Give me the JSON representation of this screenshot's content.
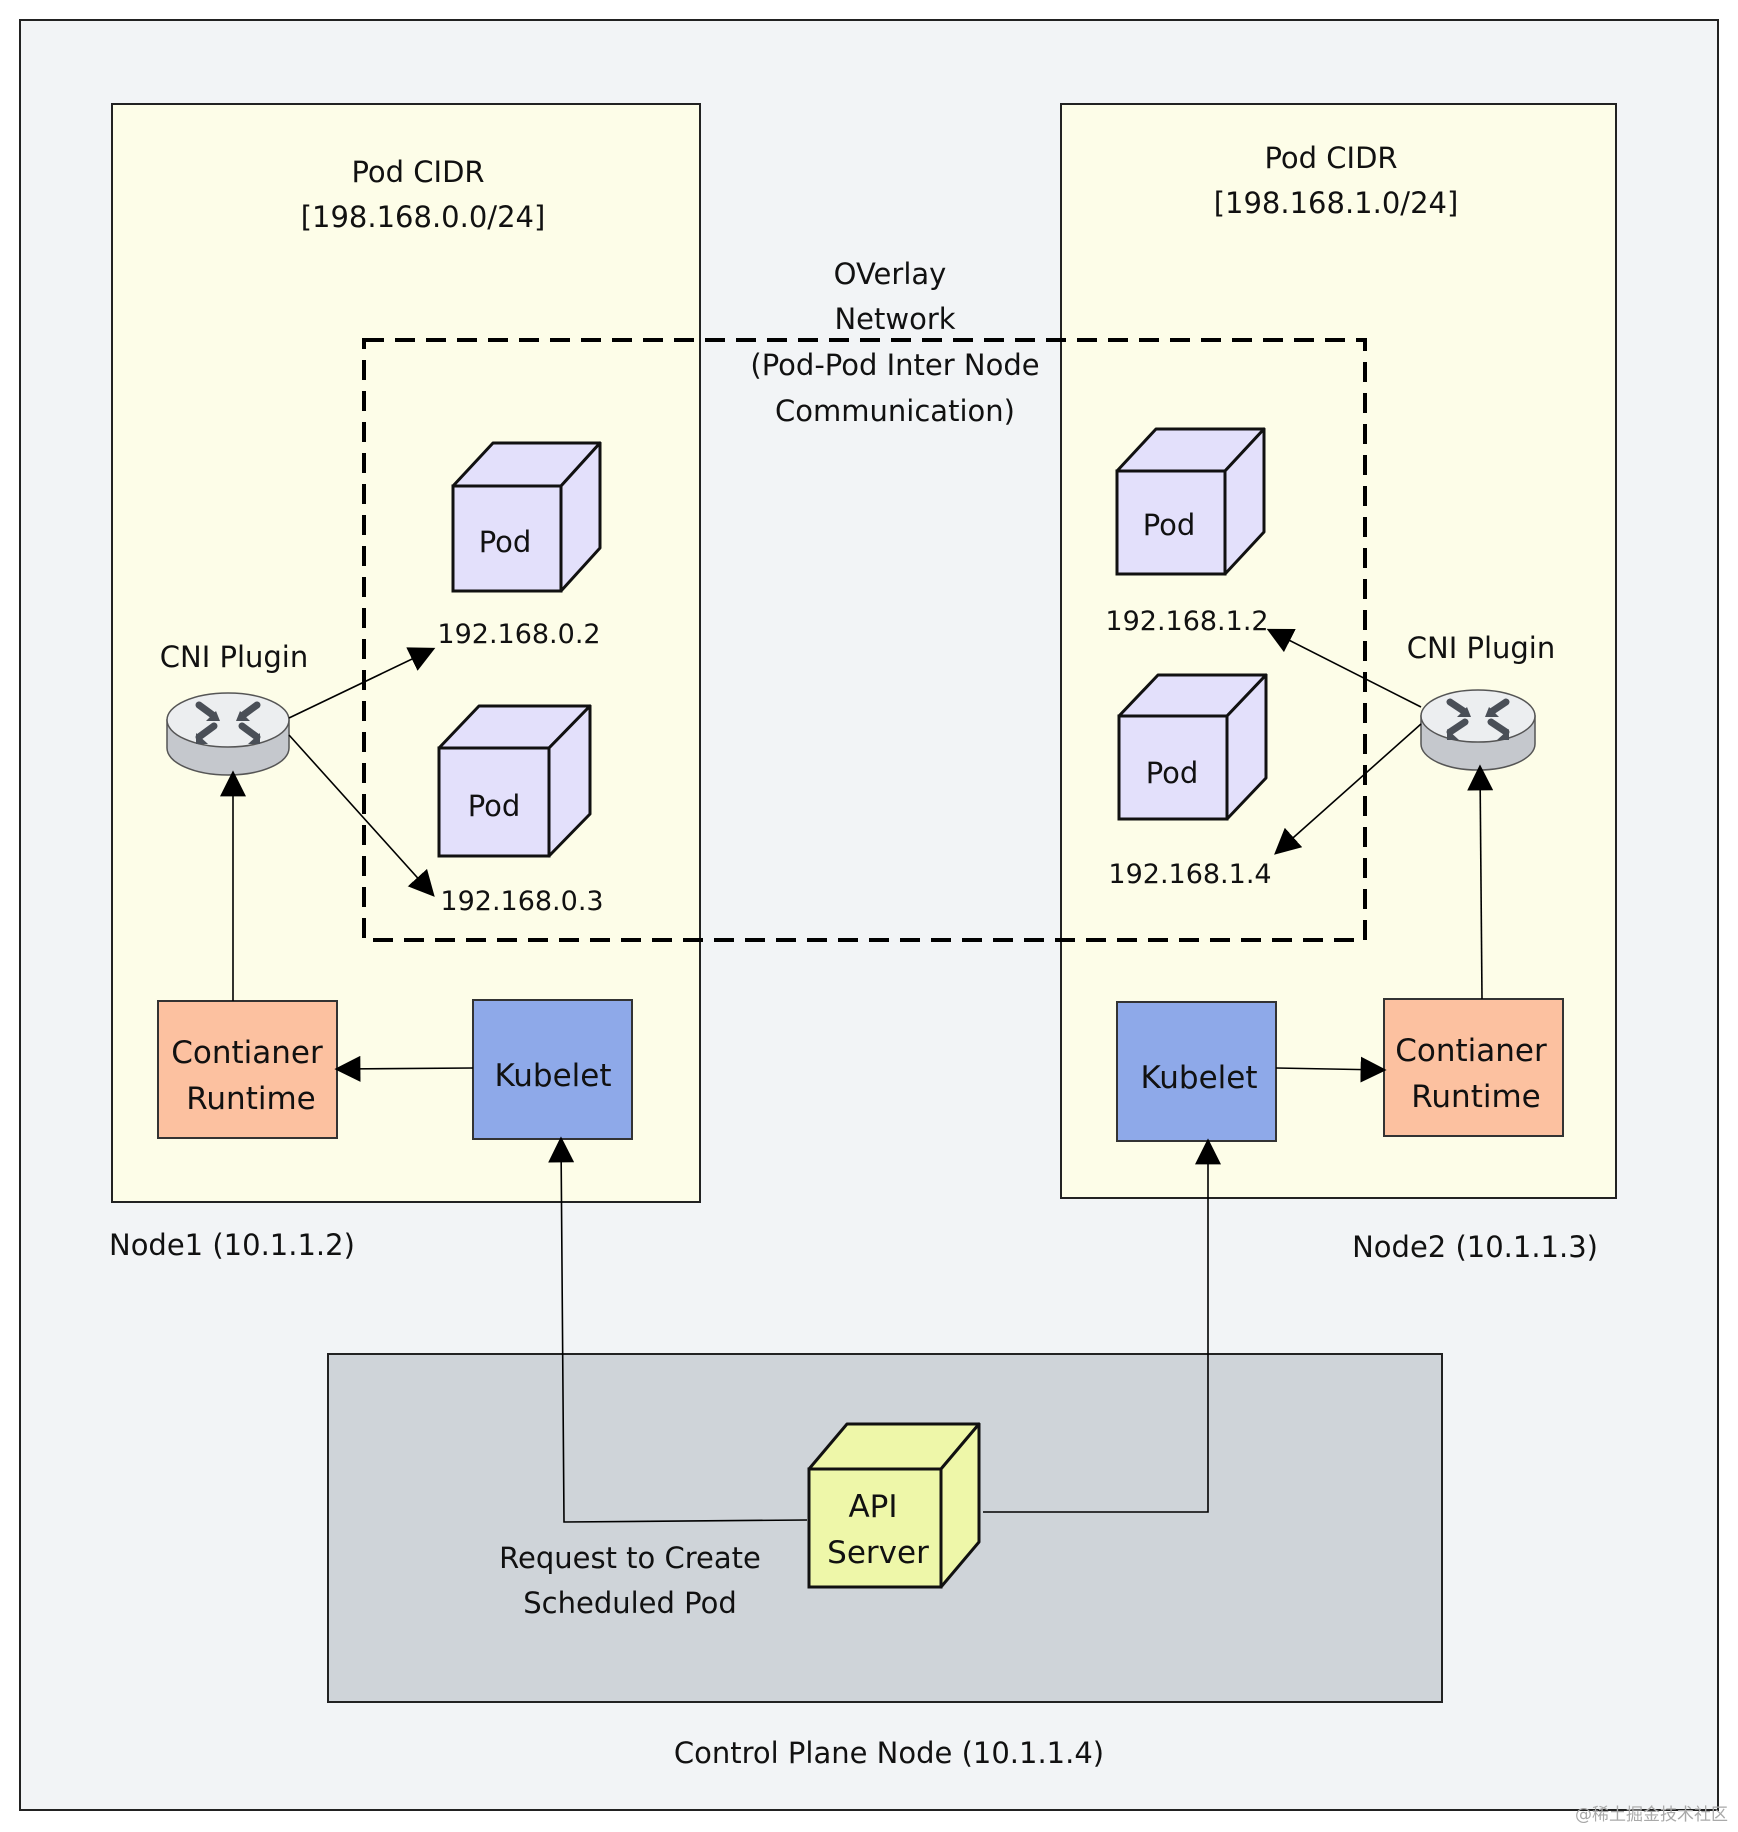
{
  "node1": {
    "label": "Node1 (10.1.1.2)",
    "pod_cidr_title": "Pod CIDR",
    "pod_cidr_value": "[198.168.0.0/24]",
    "cni_label": "CNI Plugin",
    "container_runtime": [
      "Contianer",
      "Runtime"
    ],
    "kubelet": "Kubelet",
    "pods": [
      {
        "label": "Pod",
        "ip": "192.168.0.2"
      },
      {
        "label": "Pod",
        "ip": "192.168.0.3"
      }
    ]
  },
  "node2": {
    "label": "Node2 (10.1.1.3)",
    "pod_cidr_title": "Pod CIDR",
    "pod_cidr_value": "[198.168.1.0/24]",
    "cni_label": "CNI Plugin",
    "container_runtime": [
      "Contianer",
      "Runtime"
    ],
    "kubelet": "Kubelet",
    "pods": [
      {
        "label": "Pod",
        "ip": "192.168.1.2"
      },
      {
        "label": "Pod",
        "ip": "192.168.1.4"
      }
    ]
  },
  "overlay": {
    "lines": [
      "OVerlay",
      "Network",
      "(Pod-Pod Inter Node",
      "Communication)"
    ]
  },
  "control_plane": {
    "label": "Control Plane Node  (10.1.1.4)",
    "api_server": [
      "API",
      "Server"
    ],
    "request_label": [
      "Request to Create",
      "Scheduled Pod"
    ]
  },
  "watermark": "@稀土掘金技术社区",
  "colors": {
    "background": "#f2f4f6",
    "node_fill": "#fdfde8",
    "control_plane_fill": "#cfd4d9",
    "pod_fill": "#e3e0fb",
    "kubelet_fill": "#8ea9e9",
    "runtime_fill": "#fcc1a0",
    "api_server_fill": "#eef7a9"
  },
  "icons": {
    "cni_plugin": "router-icon",
    "pod": "cube-icon",
    "api_server": "cube-icon"
  }
}
